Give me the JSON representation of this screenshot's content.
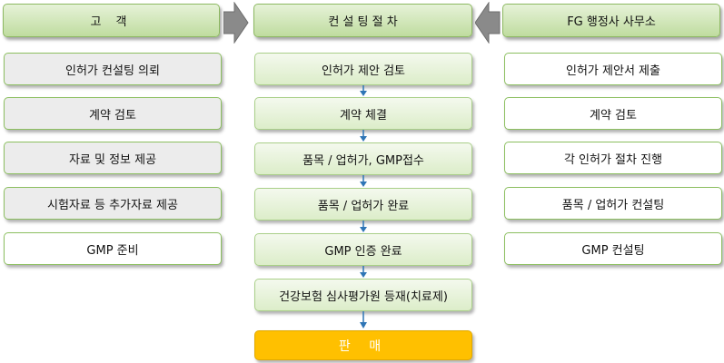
{
  "headers": {
    "client": "고 객",
    "consulting": "컨 설 팅 절 차",
    "firm": "FG 행정사 사무소"
  },
  "client_steps": [
    "인허가 컨설팅 의뢰",
    "계약 검토",
    "자료 및 정보 제공",
    "시험자료 등 추가자료 제공",
    "GMP 준비"
  ],
  "process_steps": [
    "인허가 제안 검토",
    "계약 체결",
    "품목 / 업허가, GMP접수",
    "품목 / 업허가 완료",
    "GMP 인증 완료",
    "건강보험 심사평가원 등재(치료제)"
  ],
  "final_step": "판 매",
  "firm_steps": [
    "인허가 제안서 제출",
    "계약 검토",
    "각 인허가 절차 진행",
    "품목 / 업허가 컨설팅",
    "GMP 컨설팅"
  ],
  "colors": {
    "header_fill": "#c9e3ad",
    "step_fill": "#e2f0d3",
    "final_fill": "#ffc000",
    "arrow_blue": "#2e75b6",
    "side_arrow": "#8a8a8a"
  }
}
